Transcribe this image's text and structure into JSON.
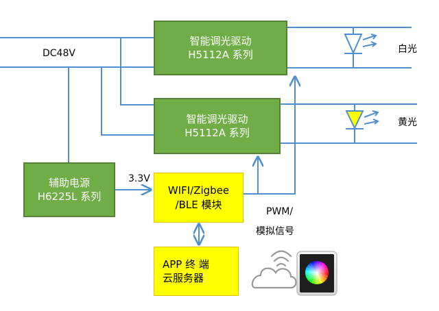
{
  "driver_top": {
    "line1": "智能调光驱动",
    "line2": "H5112A  系列"
  },
  "driver_bottom": {
    "line1": "智能调光驱动",
    "line2": "H5112A  系列"
  },
  "aux_power": {
    "line1": "辅助电源",
    "line2": "H6225L 系列"
  },
  "wireless_module": {
    "line1": "WIFI/Zigbee",
    "line2": "/BLE 模块"
  },
  "app_server": {
    "line1": "APP  终 端",
    "line2": "云服务器"
  },
  "labels": {
    "dc_voltage": "DC48V",
    "aux_voltage": "3.3V",
    "pwm_line1": "PWM/",
    "pwm_line2": "模拟信号",
    "white_led": "白光",
    "yellow_led": "黄光"
  },
  "colors": {
    "line": "#4f8fd0",
    "box_green": "#70ad47",
    "box_yellow": "#ffff00",
    "led_white": "#ffffff",
    "led_yellow": "#ffff00"
  },
  "icons": [
    "cloud-wifi-icon",
    "tablet-color-wheel-icon",
    "led-diode-icon"
  ]
}
